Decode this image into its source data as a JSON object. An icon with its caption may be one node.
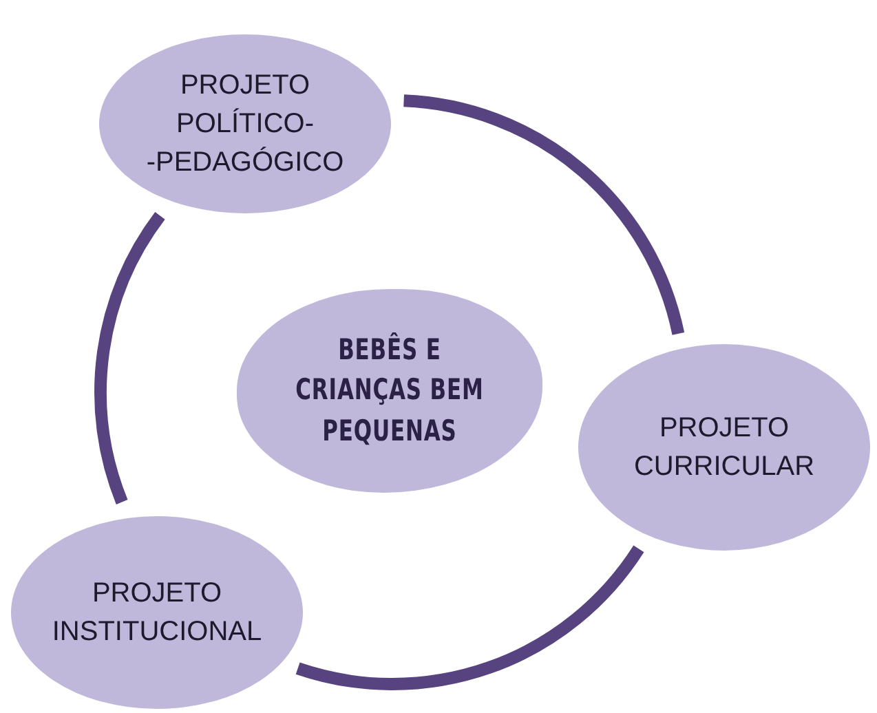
{
  "diagram": {
    "nodes": [
      {
        "text": [
          "BEBÊS E CRIANÇAS BEM PEQUENAS"
        ]
      },
      {
        "text": [
          "PROJETO POLÍTICO- -PEDAGÓGICO"
        ]
      },
      {
        "text": [
          "PROJETO CURRICULAR"
        ]
      },
      {
        "text": [
          "PROJETO INSTITUCIONAL"
        ]
      }
    ],
    "edges": [
      {
        "from": 1,
        "to": 2,
        "arrow": "none"
      },
      {
        "from": 2,
        "to": 3,
        "arrow": "none"
      },
      {
        "from": 3,
        "to": 1,
        "arrow": "none"
      }
    ]
  }
}
